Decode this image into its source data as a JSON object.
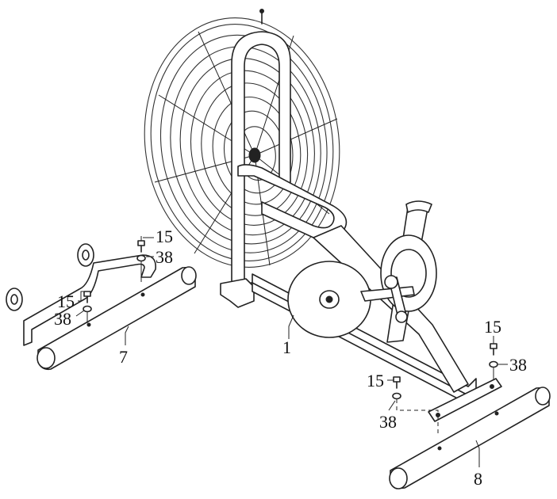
{
  "callouts": {
    "frame": "1",
    "front_stabilizer": "7",
    "rear_stabilizer": "8",
    "bolt_a": "15",
    "washer_a": "38",
    "bolt_b": "15",
    "washer_b": "38",
    "bolt_c": "15",
    "washer_c": "38",
    "bolt_d": "15",
    "washer_d": "38"
  }
}
